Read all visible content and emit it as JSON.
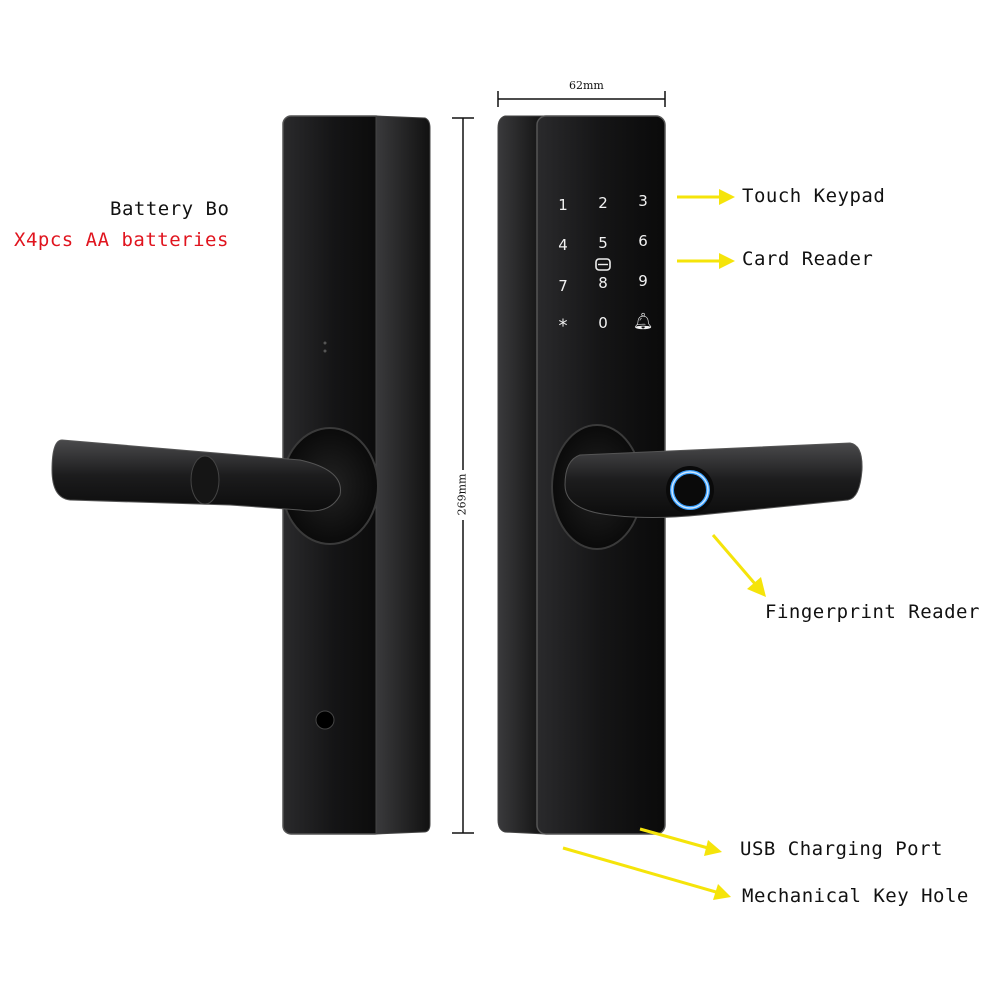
{
  "battery": {
    "title": "Battery Bo",
    "detail": "X4pcs AA batteries"
  },
  "dimensions": {
    "width": "62mm",
    "height": "269mm"
  },
  "keypad": {
    "keys": [
      "1",
      "2",
      "3",
      "4",
      "5",
      "6",
      "7",
      "8",
      "9",
      "*",
      "0",
      "bell"
    ]
  },
  "callouts": {
    "touch_keypad": "Touch Keypad",
    "card_reader": "Card Reader",
    "fingerprint_reader": "Fingerprint Reader",
    "usb_port": "USB Charging Port",
    "key_hole": "Mechanical Key Hole"
  },
  "colors": {
    "arrow": "#f5e40a",
    "accent_red": "#e0141e",
    "fingerprint_ring": "#3aa0ff"
  }
}
